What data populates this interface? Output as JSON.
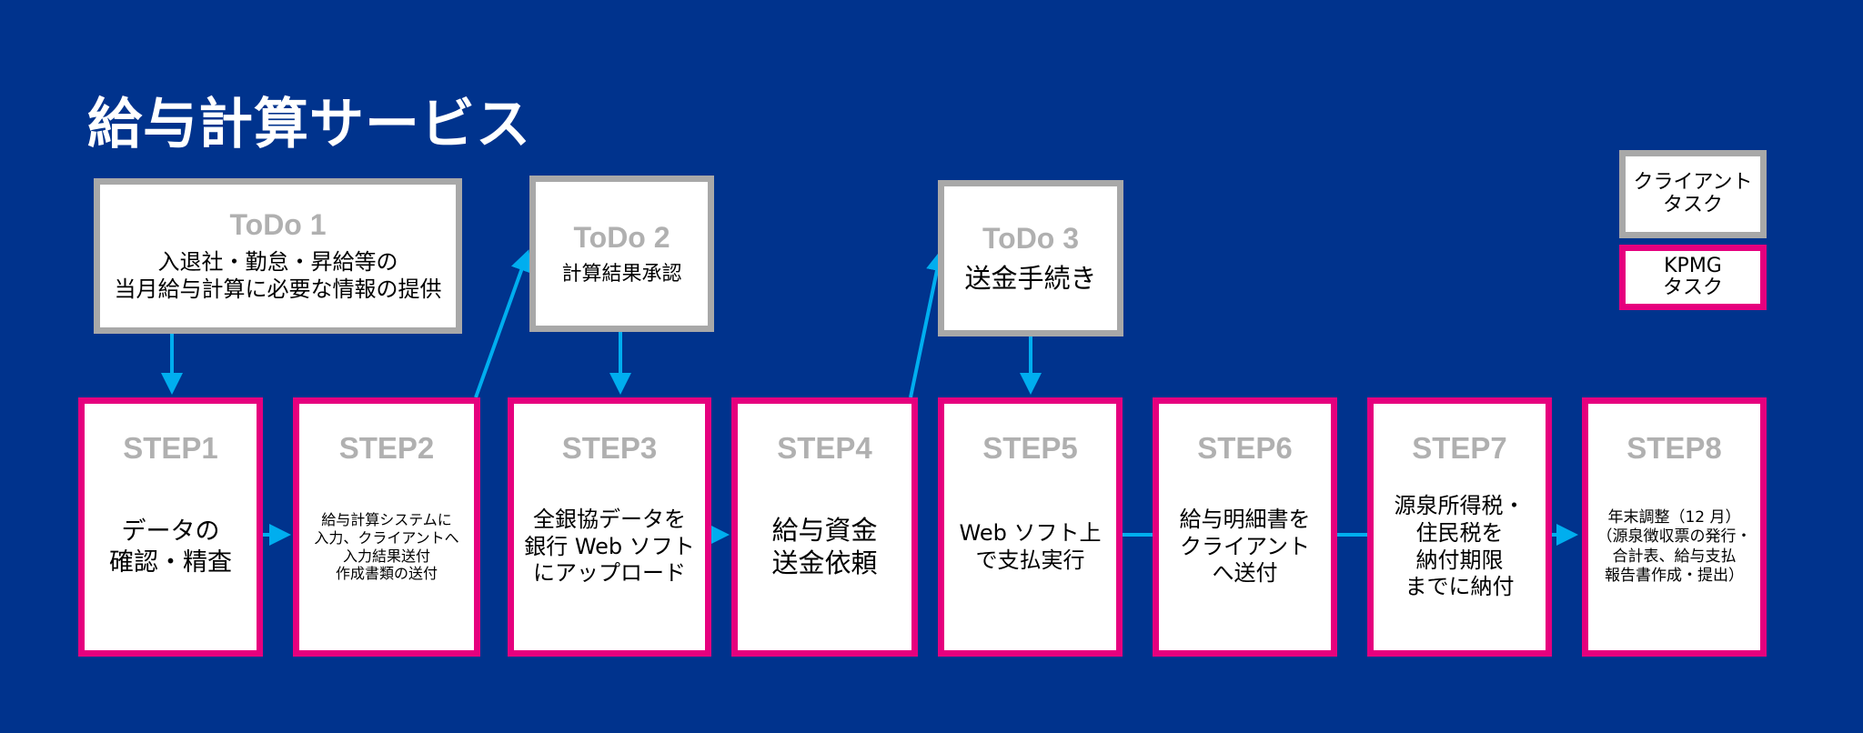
{
  "title": "給与計算サービス",
  "colors": {
    "background": "#00338D",
    "client_border": "#A8A8A8",
    "kpmg_border": "#E6007E",
    "connector": "#00AEEF",
    "heading_gray": "#B0B0B0"
  },
  "legend": {
    "client": "クライアント\nタスク",
    "kpmg": "KPMG\nタスク"
  },
  "todos": [
    {
      "heading": "ToDo 1",
      "text": "入退社・勤怠・昇給等の\n当月給与計算に必要な情報の提供"
    },
    {
      "heading": "ToDo 2",
      "text": "計算結果承認"
    },
    {
      "heading": "ToDo 3",
      "text": "送金手続き"
    }
  ],
  "steps": [
    {
      "heading": "STEP1",
      "text": "データの\n確認・精査"
    },
    {
      "heading": "STEP2",
      "text": "給与計算システムに\n入力、クライアントへ\n入力結果送付\n作成書類の送付"
    },
    {
      "heading": "STEP3",
      "text": "全銀協データを\n銀行 Web ソフト\nにアップロード"
    },
    {
      "heading": "STEP4",
      "text": "給与資金\n送金依頼"
    },
    {
      "heading": "STEP5",
      "text": "Web ソフト上\nで支払実行"
    },
    {
      "heading": "STEP6",
      "text": "給与明細書を\nクライアント\nへ送付"
    },
    {
      "heading": "STEP7",
      "text": "源泉所得税・\n住民税を\n納付期限\nまでに納付"
    },
    {
      "heading": "STEP8",
      "text": "年末調整（12 月）\n（源泉徴収票の発行・\n合計表、給与支払\n報告書作成・提出）"
    }
  ]
}
